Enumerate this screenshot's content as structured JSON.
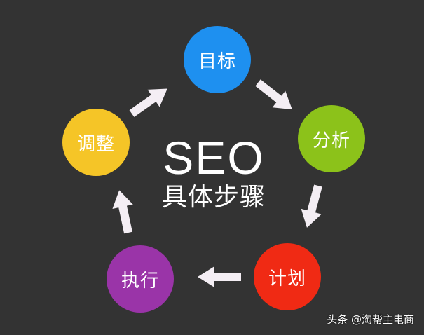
{
  "diagram": {
    "title": "SEO",
    "subtitle": "具体步骤",
    "background": "#333333",
    "nodes": [
      {
        "label": "目标",
        "color": "#1e90f0"
      },
      {
        "label": "分析",
        "color": "#8cc21a"
      },
      {
        "label": "计划",
        "color": "#f02a14"
      },
      {
        "label": "执行",
        "color": "#9a34a8"
      },
      {
        "label": "调整",
        "color": "#f5c527"
      }
    ],
    "flow": [
      "目标 → 分析",
      "分析 → 计划",
      "计划 → 执行",
      "执行 → 调整",
      "调整 → 目标"
    ],
    "arrow_icon": "arrow-icon"
  },
  "watermark": "头条 @淘帮主电商"
}
